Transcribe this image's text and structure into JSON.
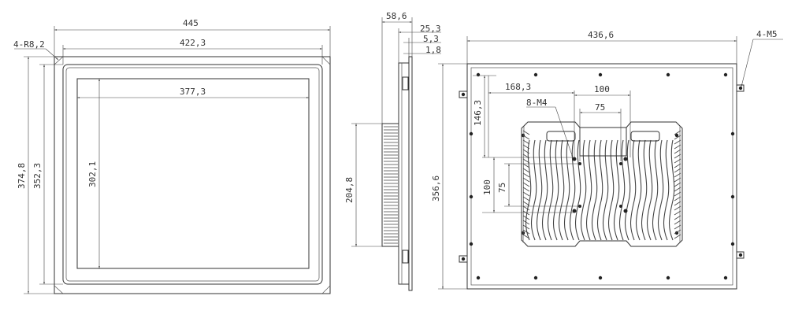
{
  "front_view": {
    "dim_width_overall": "445",
    "dim_width_inner": "422,3",
    "dim_width_screen": "377,3",
    "dim_height_overall": "374,8",
    "dim_height_inner": "352,3",
    "dim_height_screen": "302,1",
    "dim_corner_radius": "4-R8,2"
  },
  "side_view": {
    "dim_depth": "58,6",
    "dim_d1": "25,3",
    "dim_d2": "5,3",
    "dim_d3": "1,8",
    "dim_height": "204,8"
  },
  "rear_view": {
    "dim_width": "436,6",
    "dim_height": "356,6",
    "dim_offset_x": "168,3",
    "dim_offset_y": "146,3",
    "dim_vesa_100_h": "100",
    "dim_vesa_75_h": "75",
    "dim_vesa_100_v": "100",
    "dim_vesa_75_v": "75",
    "label_vesa_holes": "8-M4",
    "label_mount_holes": "4-M5"
  }
}
